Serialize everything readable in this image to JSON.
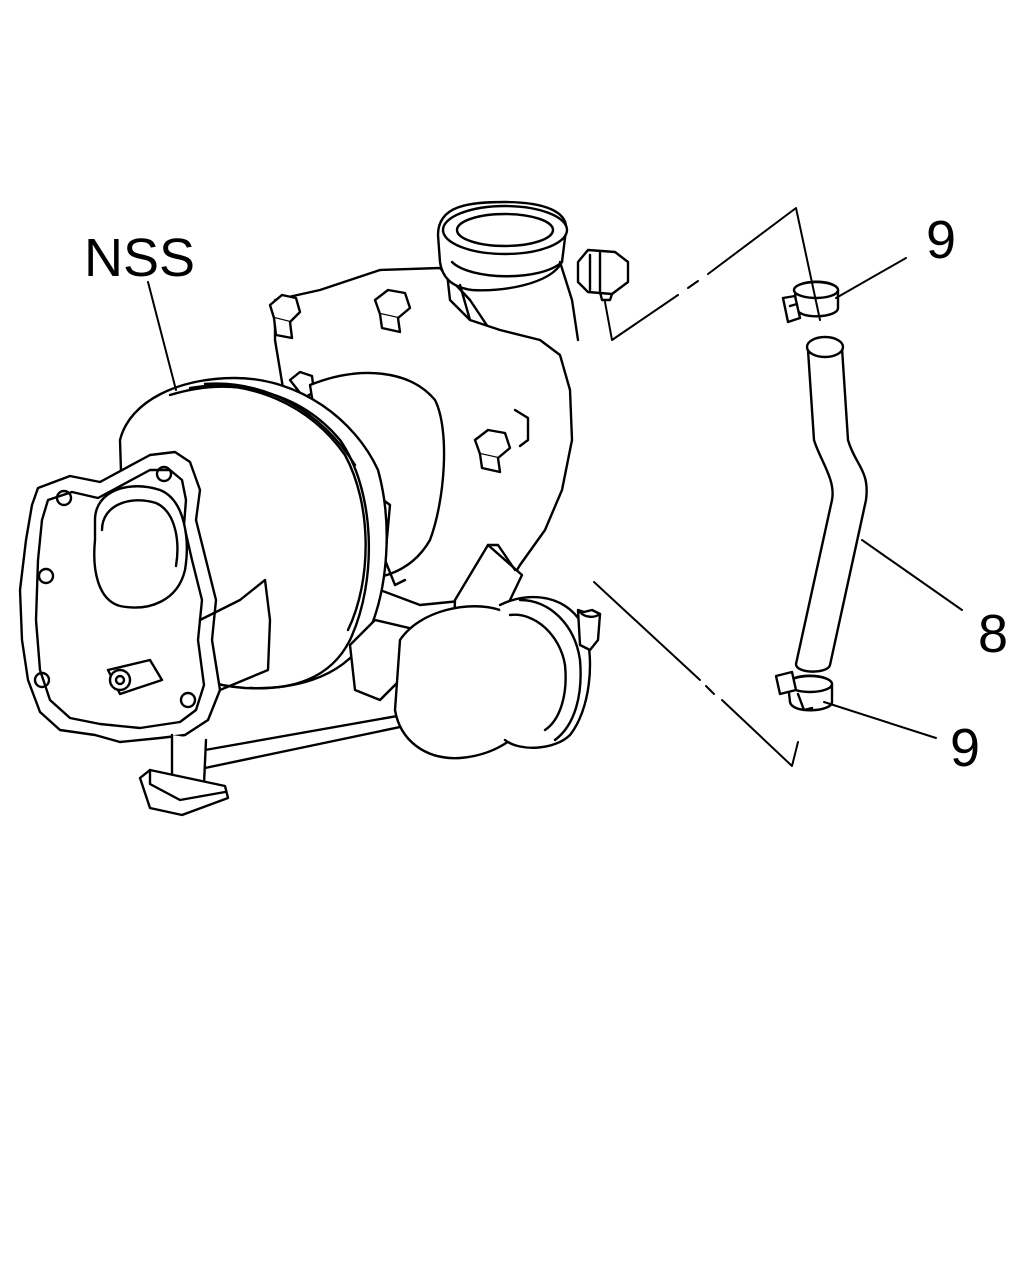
{
  "diagram": {
    "colors": {
      "line": "#000000",
      "background": "#ffffff"
    },
    "callouts": {
      "turbo": "NSS",
      "hose": "8",
      "clamp_upper": "9",
      "clamp_lower": "9"
    }
  }
}
